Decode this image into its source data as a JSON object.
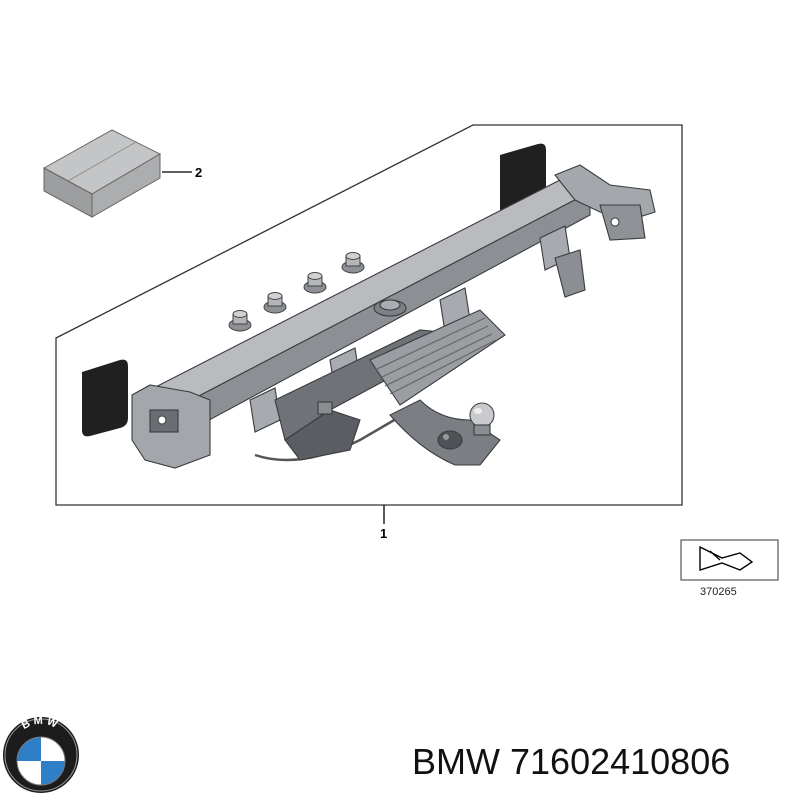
{
  "callouts": {
    "part_1": "1",
    "part_2": "2"
  },
  "reference_number": "370265",
  "logo": {
    "brand_text": "BMW"
  },
  "caption": {
    "brand": "BMW",
    "part_number": "71602410806"
  },
  "colors": {
    "part_gray": "#9a9da2",
    "part_dark": "#5e6166",
    "pad_black": "#202020",
    "outline": "#222222",
    "logo_blue": "#2f7fc8"
  }
}
